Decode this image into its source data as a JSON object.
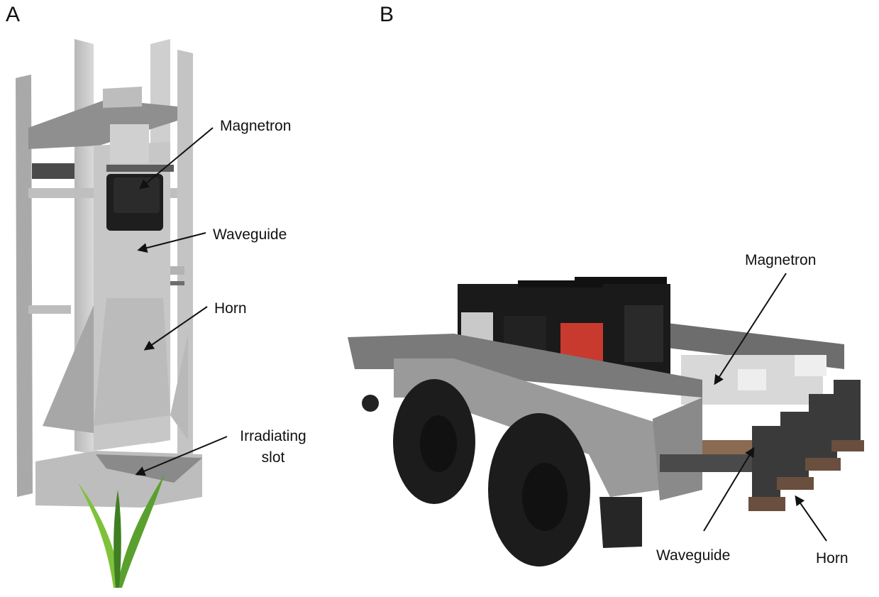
{
  "panels": {
    "a": {
      "letter": "A",
      "labels": {
        "magnetron": "Magnetron",
        "waveguide": "Waveguide",
        "horn": "Horn",
        "slot_line1": "Irradiating",
        "slot_line2": "slot"
      }
    },
    "b": {
      "letter": "B",
      "labels": {
        "magnetron": "Magnetron",
        "waveguide": "Waveguide",
        "horn": "Horn"
      }
    }
  }
}
